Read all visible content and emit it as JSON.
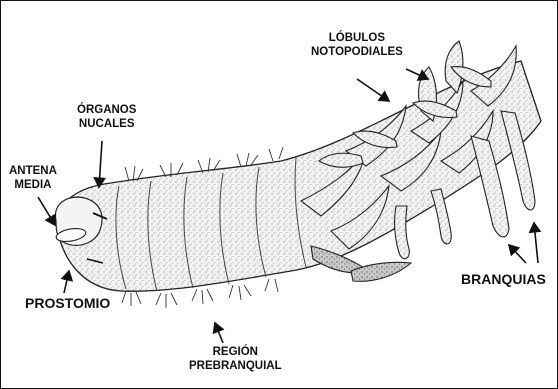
{
  "labels": {
    "lobulos": [
      "LÓBULOS",
      "NOTOPODIALES"
    ],
    "organos": [
      "ÓRGANOS",
      "NUCALES"
    ],
    "antena": [
      "ANTENA",
      "MEDIA"
    ],
    "prostomio": "PROSTOMIO",
    "branquias": "BRANQUIAS",
    "region": [
      "REGIÓN",
      "PREBRANQUIAL"
    ]
  },
  "colors": {
    "ink": "#111111",
    "body_shade": "#d9d9d9",
    "body_light": "#efefef"
  }
}
